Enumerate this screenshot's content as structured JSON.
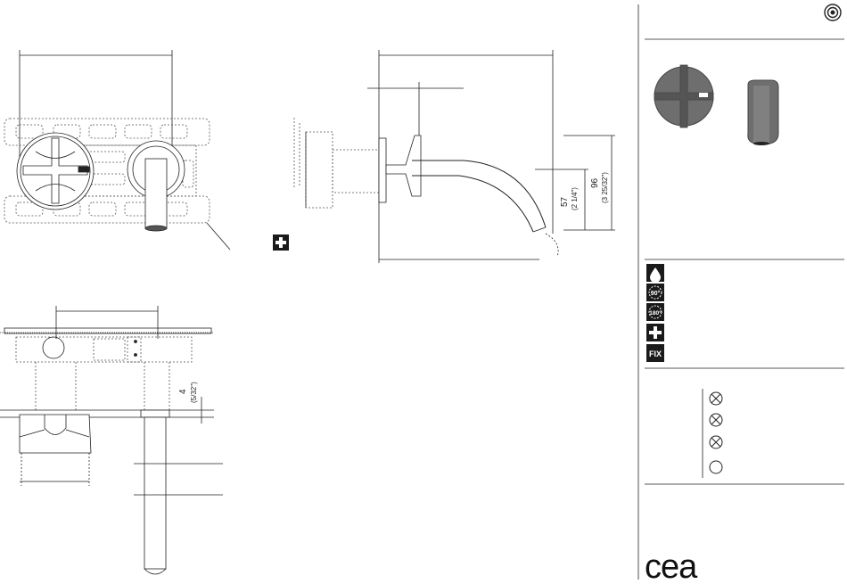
{
  "dimensions": {
    "spout_height": {
      "mm": "57",
      "inch": "(2 1/4\")"
    },
    "total_height": {
      "mm": "96",
      "inch": "(3 25/32\")"
    },
    "plate_offset": {
      "mm": "4",
      "inch": "(5/32\")"
    }
  },
  "sidebar": {
    "features": [
      {
        "icon": "water-drop-icon",
        "label": ""
      },
      {
        "icon": "rotation-90-icon",
        "label": "90°"
      },
      {
        "icon": "rotation-180-icon",
        "label": "180°"
      },
      {
        "icon": "plus-icon",
        "label": ""
      },
      {
        "icon": "fix-icon",
        "label": "FIX"
      }
    ],
    "compatibility": [
      {
        "icon": "crossed-circle-icon"
      },
      {
        "icon": "crossed-circle-icon"
      },
      {
        "icon": "crossed-circle-icon"
      },
      {
        "icon": "empty-circle-icon"
      }
    ],
    "logo": "cea"
  },
  "colors": {
    "line": "#222222",
    "dashed": "#444444",
    "product_fill": "#6e6e6e",
    "icon_box": "#1a1a1a"
  }
}
